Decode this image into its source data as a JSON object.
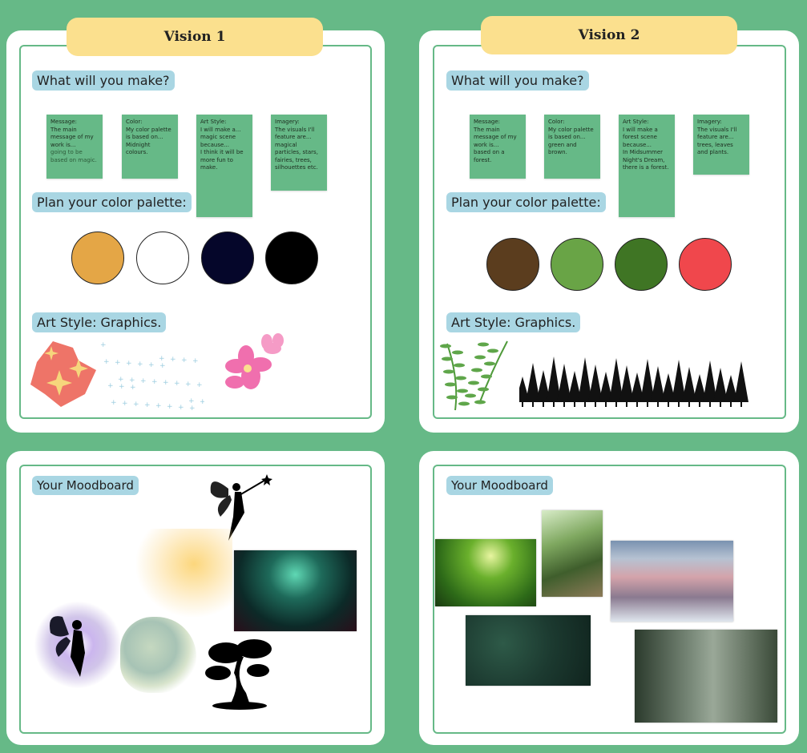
{
  "vision1": {
    "title": "Vision 1",
    "make_label": "What will you make?",
    "notes": [
      {
        "prompt": "Message:\nThe main message of my work is...",
        "answer": "going to be based on magic."
      },
      {
        "prompt": "Color:\nMy color palette is based on...",
        "answer": "Midnight colours."
      },
      {
        "prompt": "Art Style:\nI will make a... magic scene because...",
        "answer": "I think it will be more fun to make."
      },
      {
        "prompt": "Imagery:\nThe visuals I'll feature are...",
        "answer": "magical particles, stars, fairies, trees, silhouettes etc."
      }
    ],
    "palette_label": "Plan your color palette:",
    "palette": [
      "#e4a646",
      "#ffffff",
      "#05062a",
      "#000000"
    ],
    "art_label": "Art Style: Graphics.",
    "moodboard_label": "Your Moodboard"
  },
  "vision2": {
    "title": "Vision 2",
    "make_label": "What will you make?",
    "notes": [
      {
        "prompt": "Message:\nThe main message of my work is...",
        "answer": "based on a forest."
      },
      {
        "prompt": "Color:\nMy color palette is based on...",
        "answer": "green and brown."
      },
      {
        "prompt": "Art Style:\nI will make a forest scene because...",
        "answer": "In Midsummer Night's Dream, there is a forest."
      },
      {
        "prompt": "Imagery:\nThe visuals I'll feature are...",
        "answer": "trees, leaves and plants."
      }
    ],
    "palette_label": "Plan your color palette:",
    "palette": [
      "#5b3d1e",
      "#69a446",
      "#3f7524",
      "#f0474c"
    ],
    "art_label": "Art Style: Graphics.",
    "moodboard_label": "Your Moodboard"
  }
}
